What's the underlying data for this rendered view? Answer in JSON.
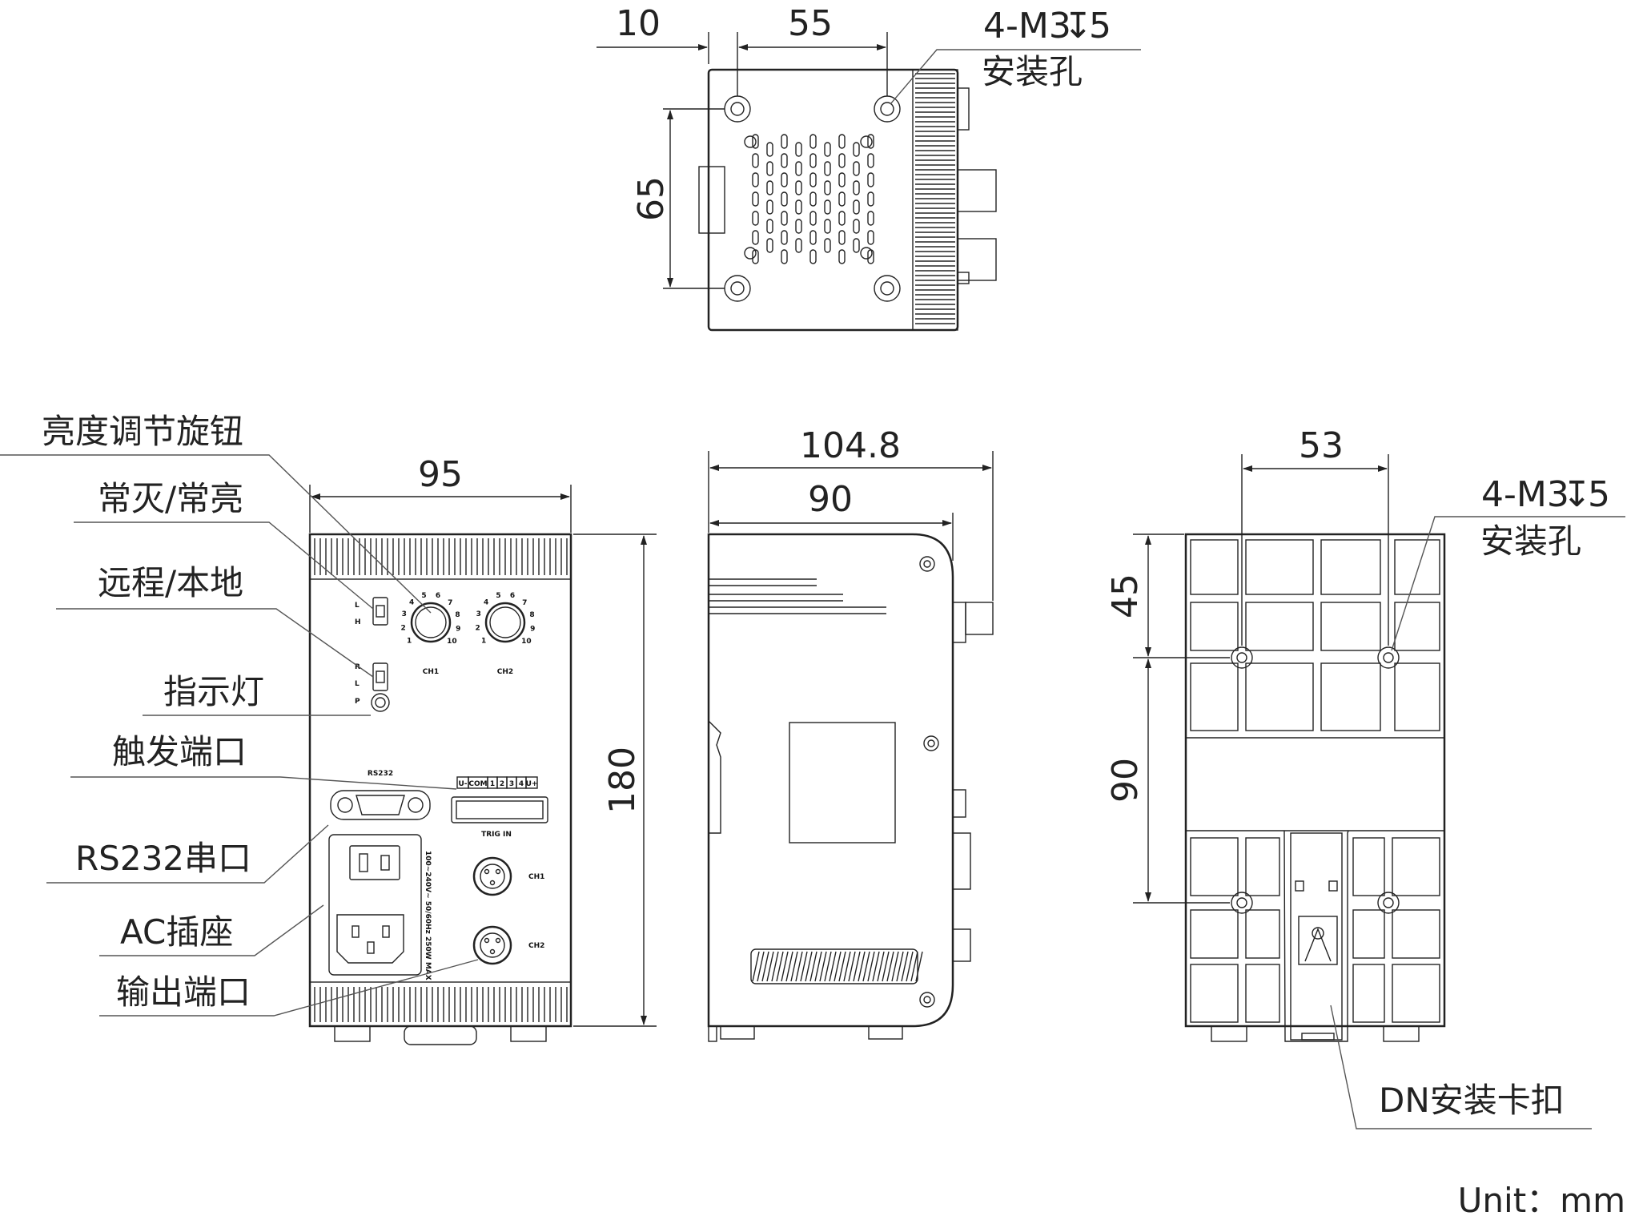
{
  "units": "Unit：mm",
  "top_view": {
    "dims": {
      "left_offset": "10",
      "hole_spacing": "55",
      "vertical_spacing": "65"
    },
    "holes_label": "4-M3",
    "holes_depth": "5",
    "holes_text": "安装孔"
  },
  "front_view": {
    "dims": {
      "width": "95",
      "height": "180"
    },
    "callouts": [
      "亮度调节旋钮",
      "常灭/常亮",
      "远程/本地",
      "指示灯",
      "触发端口",
      "RS232串口",
      "AC插座",
      "输出端口"
    ],
    "panel": {
      "switch1_top": "L",
      "switch1_bottom": "H",
      "switch2_top": "R",
      "switch2_mid": "L",
      "indicator_label": "P",
      "knob_numbers": [
        "1",
        "2",
        "3",
        "4",
        "5",
        "6",
        "7",
        "8",
        "9",
        "10"
      ],
      "ch1": "CH1",
      "ch2": "CH2",
      "rs232_label": "RS232",
      "trig_label": "TRIG IN",
      "trig_pins": [
        "U-",
        "COM",
        "1",
        "2",
        "3",
        "4",
        "U+"
      ],
      "power_spec": "100~240V~ 50/60Hz 250W MAX",
      "out_ch1": "CH1",
      "out_ch2": "CH2"
    }
  },
  "side_view": {
    "dims": {
      "overall": "104.8",
      "body": "90"
    }
  },
  "back_view": {
    "dims": {
      "horizontal_spacing": "53",
      "upper": "45",
      "lower": "90"
    },
    "holes_label": "4-M3",
    "holes_depth": "5",
    "holes_text": "安装孔",
    "din_clip": "DN安装卡扣"
  }
}
